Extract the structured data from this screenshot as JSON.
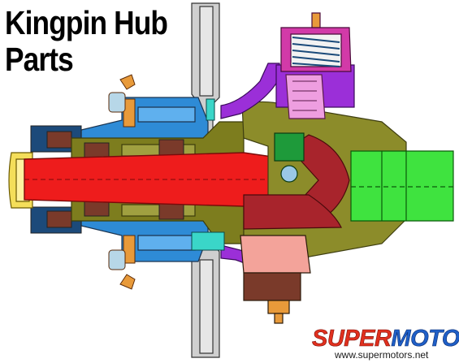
{
  "diagram": {
    "title_line1": "Kingpin Hub",
    "title_line2": "Parts"
  },
  "watermark": {
    "brand_part1": "SUPER",
    "brand_part2": "MOTORS",
    "url": "www.supermotors.net"
  },
  "colors": {
    "axle_shaft": "#ee1c1c",
    "spindle": "#7d7d1e",
    "hub": "#2e8bd6",
    "knuckle": "#8c8c2a",
    "yoke": "#a8242c",
    "u_joint": "#1e9a3a",
    "axle_tube": "#3fe33f",
    "spring": "#d23aa8",
    "bushing": "#ee9ee0",
    "kingpin_cap": "#9b2fd8",
    "backing_plate": "#c8c8c8",
    "hubcap": "#f4de5a",
    "bearing_race": "#7a3a2a",
    "studs": "#1a5f9e"
  }
}
